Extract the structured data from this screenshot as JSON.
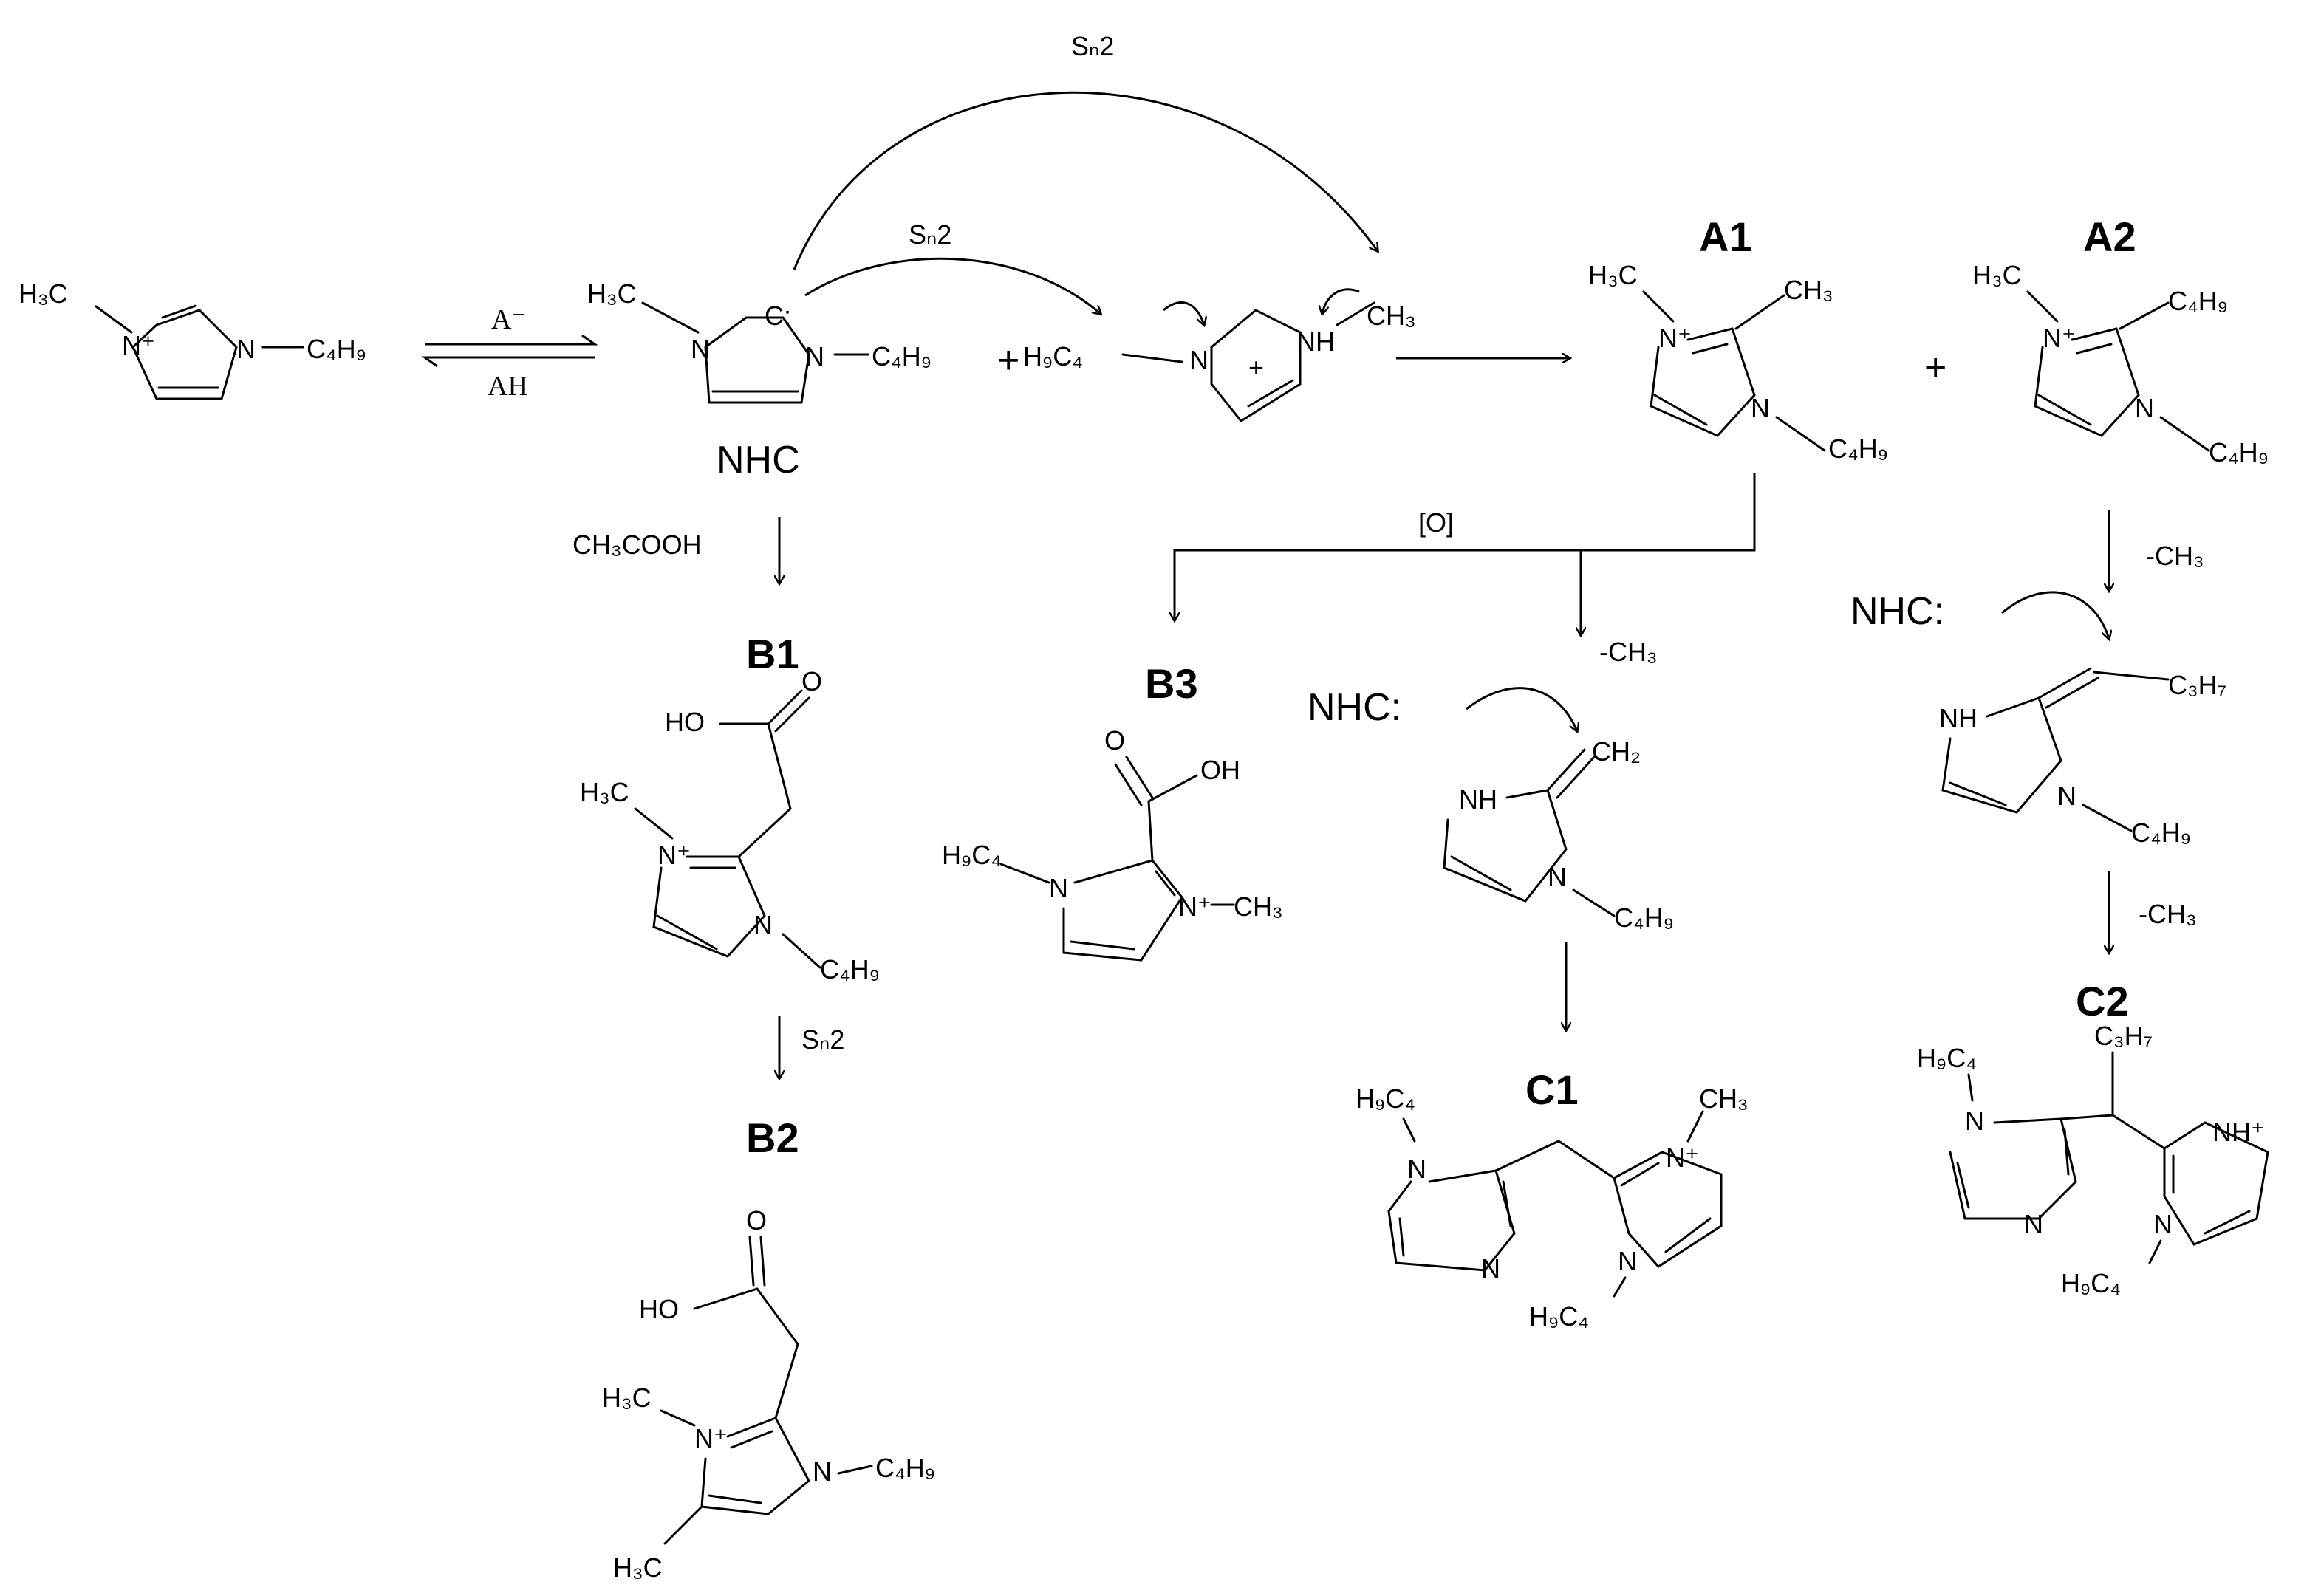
{
  "reagents": {
    "eq_top": "A⁻",
    "eq_bottom": "AH",
    "acetic": "CH₃COOH",
    "oxidation": "[O]",
    "demethyl_c1": "-CH₃",
    "demethyl_a2": "-CH₃",
    "demethyl_c2": "-CH₃",
    "sn2_top": "Sₙ2",
    "sn2_mid": "Sₙ2",
    "sn2_b": "Sₙ2"
  },
  "labels": {
    "nhc": "NHC",
    "nhc_c1": "NHC:",
    "nhc_c2": "NHC:",
    "A1": "A1",
    "A2": "A2",
    "B1": "B1",
    "B2": "B2",
    "B3": "B3",
    "C1": "C1",
    "C2": "C2",
    "plus": "+",
    "plus_mid": "+"
  },
  "atoms": {
    "n_plus": "N⁺",
    "n": "N",
    "nh": "NH",
    "nh_plus": "NH⁺",
    "h3c": "H₃C",
    "ch3": "CH₃",
    "c4h9": "C₄H₉",
    "h9c4": "H₉C₄",
    "c3h7": "C₃H₇",
    "ch2": "CH₂",
    "ho": "HO",
    "oh": "OH",
    "o": "O",
    "carbene": "C:",
    "ring_plus": "+"
  }
}
